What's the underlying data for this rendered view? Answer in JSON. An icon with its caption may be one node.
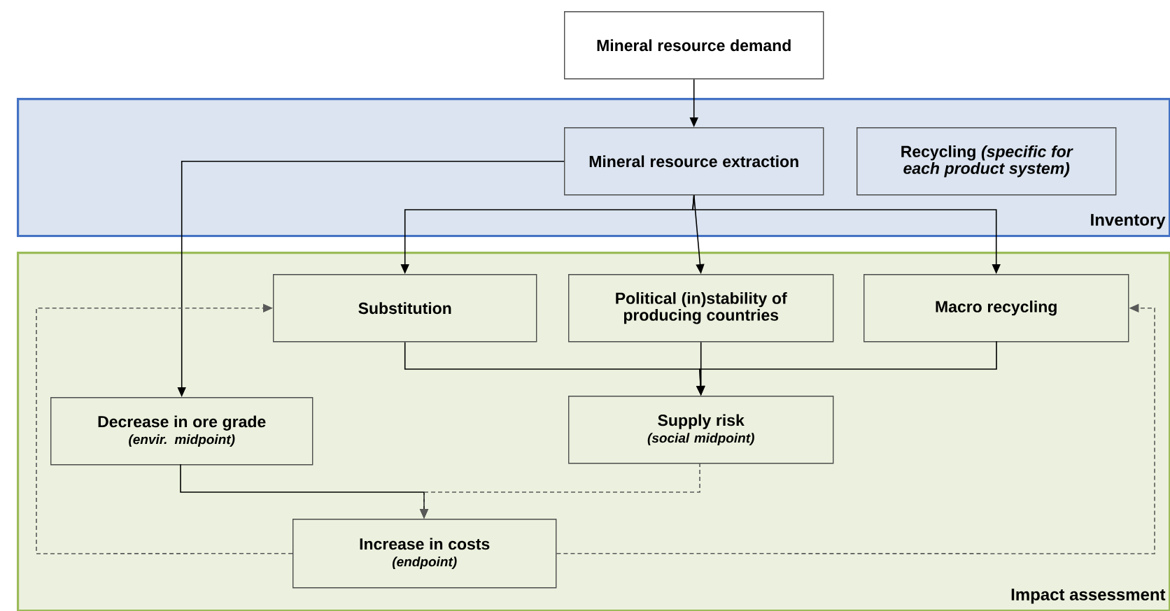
{
  "diagram": {
    "nodes": [
      {
        "text": [
          "Mineral resource demand"
        ]
      },
      {
        "text": [
          "Inventory"
        ]
      },
      {
        "text": [
          "Mineral resource extraction"
        ],
        "in": 1
      },
      {
        "text": [
          "Recycling *(specific for each product system)*"
        ],
        "in": 1
      },
      {
        "text": [
          "Impact assessment"
        ]
      },
      {
        "text": [
          "Substitution"
        ],
        "in": 4
      },
      {
        "text": [
          "Political (in)stability of producing countries"
        ],
        "in": 4
      },
      {
        "text": [
          "Macro recycling"
        ],
        "in": 4
      },
      {
        "text": [
          "Decrease in ore grade",
          "(envir. midpoint)"
        ],
        "in": 4
      },
      {
        "text": [
          "Supply risk",
          "(social midpoint)"
        ],
        "in": 4
      },
      {
        "text": [
          "Increase in costs",
          "(endpoint)"
        ],
        "in": 4
      }
    ],
    "edges": [
      {
        "from": 0,
        "to": 2,
        "arrow": "to"
      },
      {
        "from": 2,
        "to": 5,
        "arrow": "to"
      },
      {
        "from": 2,
        "to": 6,
        "arrow": "to"
      },
      {
        "from": 2,
        "to": 7,
        "arrow": "to"
      },
      {
        "from": 2,
        "to": 8,
        "arrow": "to"
      },
      {
        "from": 5,
        "to": 9,
        "arrow": "to"
      },
      {
        "from": 6,
        "to": 9,
        "arrow": "to"
      },
      {
        "from": 7,
        "to": 9,
        "arrow": "to"
      },
      {
        "from": 8,
        "to": 10,
        "arrow": "to"
      },
      {
        "from": 9,
        "to": 10,
        "arrow": "to",
        "style": "dashed"
      },
      {
        "from": 10,
        "to": 5,
        "arrow": "to",
        "style": "dashed"
      },
      {
        "from": 10,
        "to": 7,
        "arrow": "to",
        "style": "dashed"
      }
    ]
  }
}
